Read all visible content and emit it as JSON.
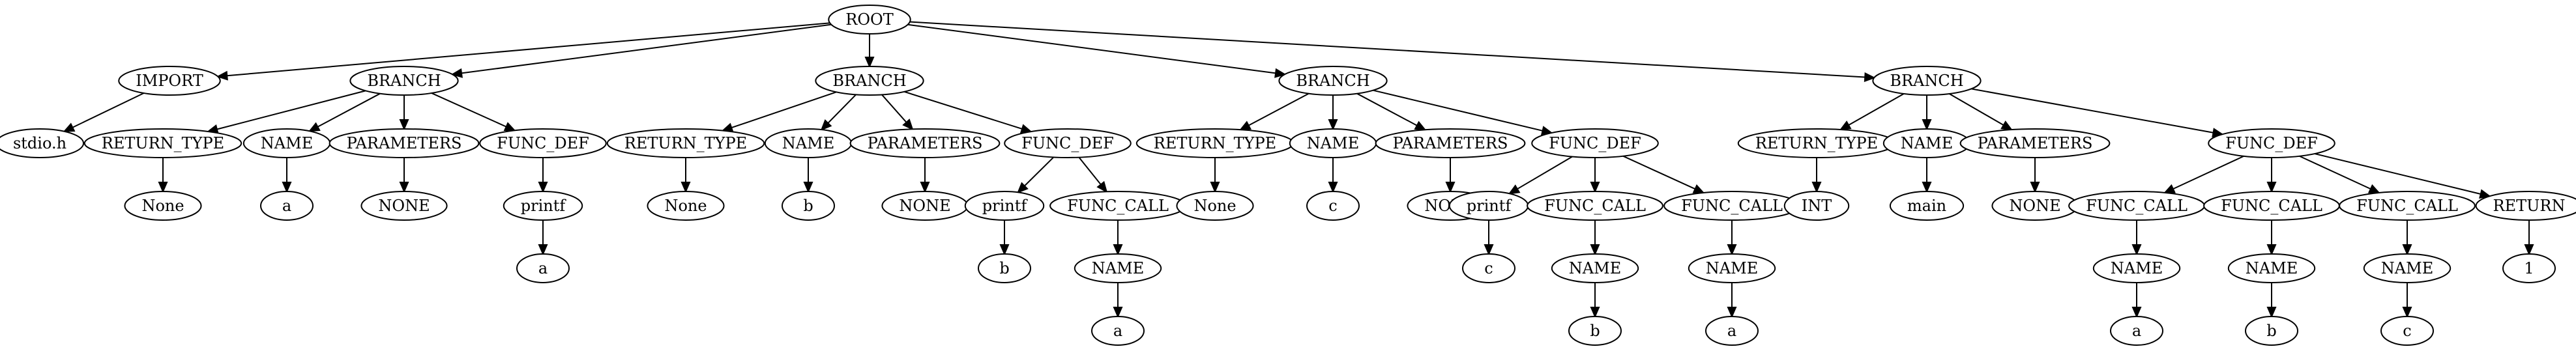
{
  "tree": {
    "id": "root",
    "label": "ROOT",
    "children": [
      {
        "id": "import",
        "label": "IMPORT",
        "children": [
          {
            "id": "stdio",
            "label": "stdio.h"
          }
        ]
      },
      {
        "id": "b1",
        "label": "BRANCH",
        "children": [
          {
            "id": "b1_rt",
            "label": "RETURN_TYPE",
            "children": [
              {
                "id": "b1_rt_v",
                "label": "None"
              }
            ]
          },
          {
            "id": "b1_nm",
            "label": "NAME",
            "children": [
              {
                "id": "b1_nm_v",
                "label": "a"
              }
            ]
          },
          {
            "id": "b1_pr",
            "label": "PARAMETERS",
            "children": [
              {
                "id": "b1_pr_v",
                "label": "NONE"
              }
            ]
          },
          {
            "id": "b1_fd",
            "label": "FUNC_DEF",
            "children": [
              {
                "id": "b1_fd_p",
                "label": "printf",
                "children": [
                  {
                    "id": "b1_fd_p_v",
                    "label": "a"
                  }
                ]
              }
            ]
          }
        ]
      },
      {
        "id": "b2",
        "label": "BRANCH",
        "children": [
          {
            "id": "b2_rt",
            "label": "RETURN_TYPE",
            "children": [
              {
                "id": "b2_rt_v",
                "label": "None"
              }
            ]
          },
          {
            "id": "b2_nm",
            "label": "NAME",
            "children": [
              {
                "id": "b2_nm_v",
                "label": "b"
              }
            ]
          },
          {
            "id": "b2_pr",
            "label": "PARAMETERS",
            "children": [
              {
                "id": "b2_pr_v",
                "label": "NONE"
              }
            ]
          },
          {
            "id": "b2_fd",
            "label": "FUNC_DEF",
            "children": [
              {
                "id": "b2_fd_p",
                "label": "printf",
                "children": [
                  {
                    "id": "b2_fd_p_v",
                    "label": "b"
                  }
                ]
              },
              {
                "id": "b2_fd_c",
                "label": "FUNC_CALL",
                "children": [
                  {
                    "id": "b2_fd_c_n",
                    "label": "NAME",
                    "children": [
                      {
                        "id": "b2_fd_c_n_v",
                        "label": "a"
                      }
                    ]
                  }
                ]
              }
            ]
          }
        ]
      },
      {
        "id": "b3",
        "label": "BRANCH",
        "children": [
          {
            "id": "b3_rt",
            "label": "RETURN_TYPE",
            "children": [
              {
                "id": "b3_rt_v",
                "label": "None"
              }
            ]
          },
          {
            "id": "b3_nm",
            "label": "NAME",
            "children": [
              {
                "id": "b3_nm_v",
                "label": "c"
              }
            ]
          },
          {
            "id": "b3_pr",
            "label": "PARAMETERS",
            "children": [
              {
                "id": "b3_pr_v",
                "label": "NONE"
              }
            ]
          },
          {
            "id": "b3_fd",
            "label": "FUNC_DEF",
            "children": [
              {
                "id": "b3_fd_p",
                "label": "printf",
                "children": [
                  {
                    "id": "b3_fd_p_v",
                    "label": "c"
                  }
                ]
              },
              {
                "id": "b3_fd_c1",
                "label": "FUNC_CALL",
                "children": [
                  {
                    "id": "b3_fd_c1_n",
                    "label": "NAME",
                    "children": [
                      {
                        "id": "b3_fd_c1_n_v",
                        "label": "b"
                      }
                    ]
                  }
                ]
              },
              {
                "id": "b3_fd_c2",
                "label": "FUNC_CALL",
                "children": [
                  {
                    "id": "b3_fd_c2_n",
                    "label": "NAME",
                    "children": [
                      {
                        "id": "b3_fd_c2_n_v",
                        "label": "a"
                      }
                    ]
                  }
                ]
              }
            ]
          }
        ]
      },
      {
        "id": "b4",
        "label": "BRANCH",
        "children": [
          {
            "id": "b4_rt",
            "label": "RETURN_TYPE",
            "children": [
              {
                "id": "b4_rt_v",
                "label": "INT"
              }
            ]
          },
          {
            "id": "b4_nm",
            "label": "NAME",
            "children": [
              {
                "id": "b4_nm_v",
                "label": "main"
              }
            ]
          },
          {
            "id": "b4_pr",
            "label": "PARAMETERS",
            "children": [
              {
                "id": "b4_pr_v",
                "label": "NONE"
              }
            ]
          },
          {
            "id": "b4_fd",
            "label": "FUNC_DEF",
            "children": [
              {
                "id": "b4_fd_c1",
                "label": "FUNC_CALL",
                "children": [
                  {
                    "id": "b4_fd_c1_n",
                    "label": "NAME",
                    "children": [
                      {
                        "id": "b4_fd_c1_n_v",
                        "label": "a"
                      }
                    ]
                  }
                ]
              },
              {
                "id": "b4_fd_c2",
                "label": "FUNC_CALL",
                "children": [
                  {
                    "id": "b4_fd_c2_n",
                    "label": "NAME",
                    "children": [
                      {
                        "id": "b4_fd_c2_n_v",
                        "label": "b"
                      }
                    ]
                  }
                ]
              },
              {
                "id": "b4_fd_c3",
                "label": "FUNC_CALL",
                "children": [
                  {
                    "id": "b4_fd_c3_n",
                    "label": "NAME",
                    "children": [
                      {
                        "id": "b4_fd_c3_n_v",
                        "label": "c"
                      }
                    ]
                  }
                ]
              },
              {
                "id": "b4_fd_r",
                "label": "RETURN",
                "children": [
                  {
                    "id": "b4_fd_r_v",
                    "label": "1"
                  }
                ]
              }
            ]
          }
        ]
      }
    ]
  }
}
